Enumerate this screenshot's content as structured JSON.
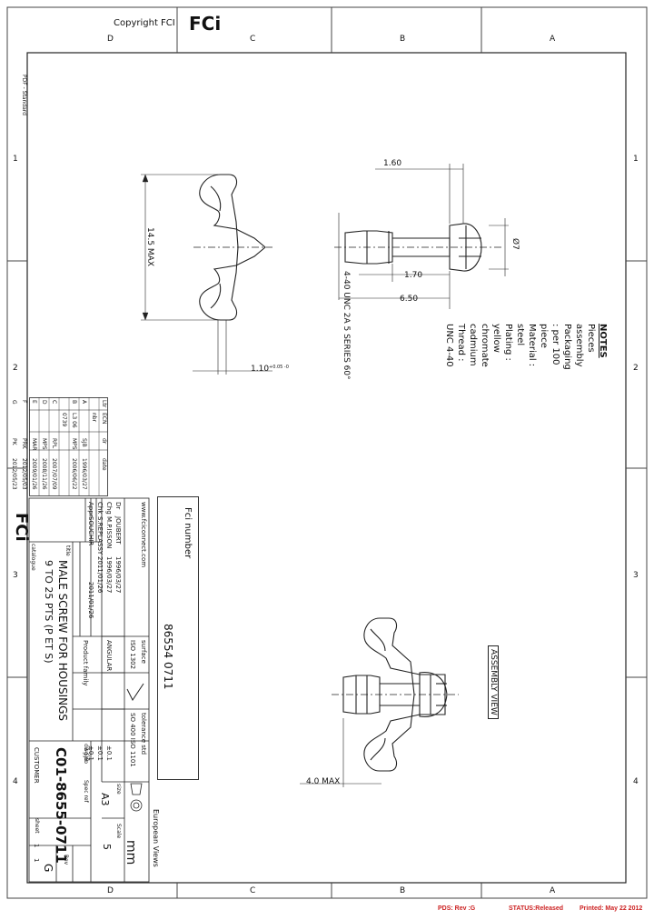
{
  "header": {
    "copyright": "Copyright FCI",
    "logo": "FCi",
    "zone_letters": [
      "D",
      "C",
      "B",
      "A"
    ],
    "zone_numbers": [
      "1",
      "2",
      "3",
      "4"
    ]
  },
  "side_stamp": "PDF - Standard",
  "dimensions": {
    "dim_160": "1.60",
    "dim_170": "1.70",
    "dim_650": "6.50",
    "dim_phi7": "Ø7",
    "dim_thread": "4-40 UNC 2A 5 SERIES 60°",
    "dim_145": "14.5 MAX",
    "dim_110": "1.10",
    "dim_tol": "+0.05 -0",
    "dim_40max": "4.0 MAX"
  },
  "notes": {
    "title": "NOTES",
    "lines": [
      "Pieces assembly",
      "Packaging : per 100 piece",
      "Material : steel",
      "Plating : yellow chromate cadmium",
      "Thread : UNC 4-40"
    ]
  },
  "assembly_view_label": "ASSEMBLY VIEW",
  "fci_number": {
    "label": "Fci number",
    "value": "86554 0711"
  },
  "title_block": {
    "web": "www.fciconnect.com",
    "drawn_label": "Dr",
    "drawn_name": "JOUBERT",
    "drawn_date": "1996/03/27",
    "check_label": "Chg",
    "check_name": "M.P.ISSON",
    "check_date": "1996/03/27",
    "appr_label": "Chk",
    "appr_name": "S.REPLASSY",
    "appr_date": "2011/01/26",
    "appr2_label": "Appr",
    "appr2_name": "SOUCHIR",
    "appr2_date": "2011/01/26",
    "surface": "surface",
    "iso": "ISO 1302",
    "tolerance": "tolerance std",
    "tol_values": "SO 400 ISO 1101",
    "angular": "ANGULAR",
    "product_family": "Product family",
    "tol_rows": [
      "±0.1",
      "±0.1",
      "±0.1"
    ],
    "title_label": "title",
    "title_line1": "MALE SCREW FOR HOUSINGS",
    "title_line2": "9 TO 25 PTS (P ET S)",
    "dwg_label": "dwg no",
    "dwg_no": "C01-8655-0711",
    "customer_label": "CUSTOMER",
    "sheet_label": "sheet",
    "sheet_value": "1",
    "of_value": "1",
    "rev_label": "Rev",
    "rev_value": "G",
    "scale_label": "Scale",
    "scale_value": "5",
    "size_label": "size",
    "size_value": "A3",
    "unit_value": "mm",
    "spec_ref_label": "Spec ref",
    "spec_ref_value": "3-SJB",
    "european_views": "European Views",
    "classification": "catalogue"
  },
  "revisions": {
    "headers": [
      "Ltr",
      "ECN nbr",
      "dr",
      "date"
    ],
    "rows": [
      [
        "A",
        "",
        "SJB",
        "1996/03/27"
      ],
      [
        "B",
        "L3 06 0739",
        "MPS",
        "2006/06/22"
      ],
      [
        "C",
        "",
        "RPL",
        "2007/07/09"
      ],
      [
        "D",
        "",
        "MPS",
        "2008/11/26"
      ],
      [
        "E",
        "",
        "MAR",
        "2009/01/26"
      ],
      [
        "F",
        "",
        "PRK",
        "2012/05/03"
      ],
      [
        "G",
        "",
        "PK",
        "2012/05/23"
      ]
    ]
  },
  "footer": {
    "pds": "PDS: Rev :G",
    "status": "STATUS:Released",
    "printed": "Printed: May 22 2012"
  }
}
